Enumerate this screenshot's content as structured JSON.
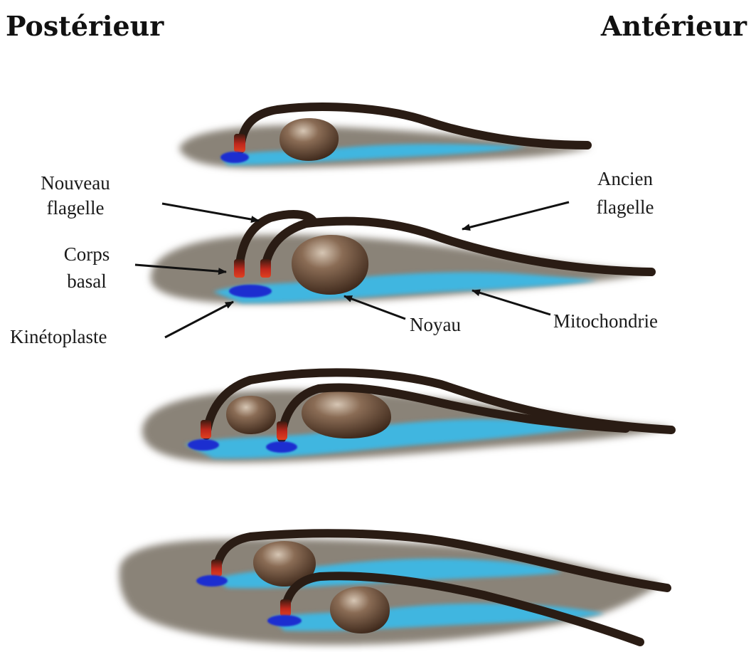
{
  "headings": {
    "posterior": "Postérieur",
    "anterior": "Antérieur"
  },
  "labels": {
    "new_flagellum": [
      "Nouveau",
      "flagelle"
    ],
    "old_flagellum": [
      "Ancien",
      "flagelle"
    ],
    "basal_body": [
      "Corps",
      "basal"
    ],
    "kinetoplast": "Kinétoplaste",
    "nucleus": "Noyau",
    "mitochondrion": "Mitochondrie"
  },
  "colors": {
    "cell_body": "#8a8378",
    "mitochondrion": "#3fb6e0",
    "nucleus": "#5a4030",
    "flagellum": "#2a1c14",
    "basal_body": "#c0281c",
    "kinetoplast": "#1f2fd0",
    "arrow": "#111111"
  }
}
